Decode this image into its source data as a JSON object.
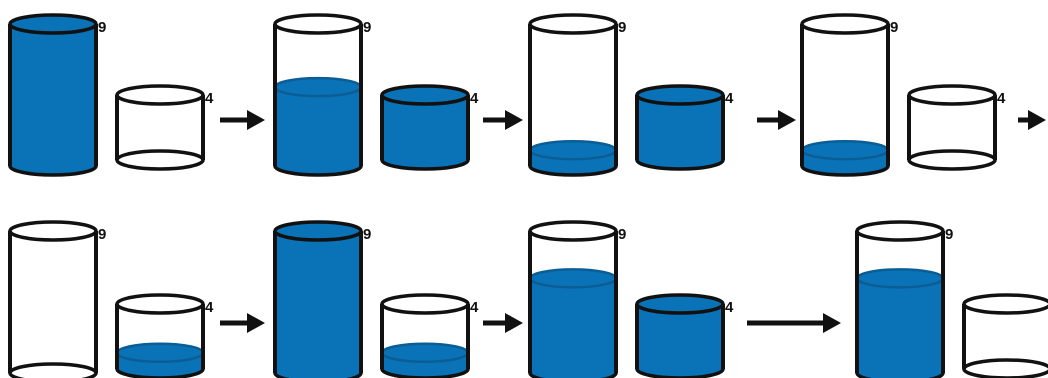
{
  "colors": {
    "water": "#0A72B6",
    "water_line": "#0A5E95",
    "outline": "#111111",
    "background": "#ffffff"
  },
  "jugs": {
    "large": {
      "capacity_label": "9",
      "capacity": 9
    },
    "small": {
      "capacity_label": "4",
      "capacity": 4
    }
  },
  "rows": [
    {
      "states": [
        {
          "large": 9,
          "small": 0
        },
        {
          "large": 5,
          "small": 4
        },
        {
          "large": 1,
          "small": 4
        },
        {
          "large": 1,
          "small": 0
        }
      ],
      "continues": true
    },
    {
      "states": [
        {
          "large": 0,
          "small": 1
        },
        {
          "large": 9,
          "small": 1
        },
        {
          "large": 6,
          "small": 4
        },
        {
          "large": 6,
          "small": 0
        }
      ],
      "continues": false
    }
  ],
  "icons": {
    "arrow": "right-arrow-icon",
    "jug": "cylinder-jug-icon"
  }
}
